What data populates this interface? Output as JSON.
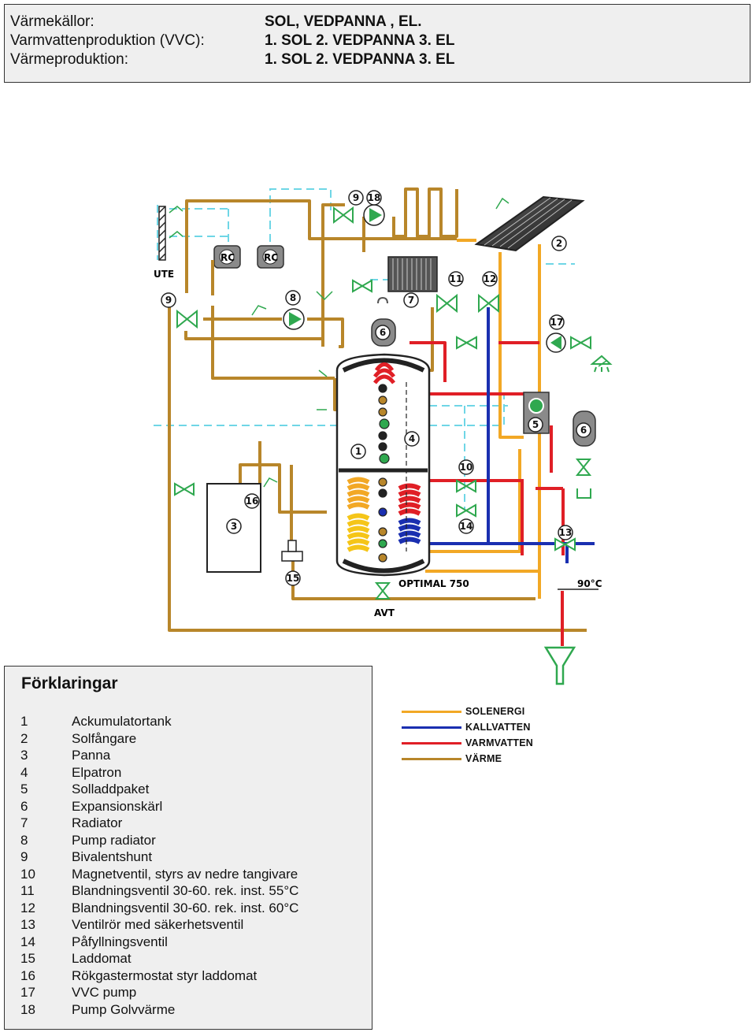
{
  "header": {
    "rows": [
      {
        "label": "Värmekällor:",
        "value": "SOL, VEDPANNA , EL."
      },
      {
        "label": "Varmvattenproduktion (VVC):",
        "value": "1. SOL 2. VEDPANNA 3. EL"
      },
      {
        "label": "Värmeproduktion:",
        "value": "1. SOL 2. VEDPANNA 3. EL"
      }
    ]
  },
  "diagram": {
    "labels": {
      "ute": "UTE",
      "rc1": "RC",
      "rc2": "RC",
      "tank_model": "OPTIMAL 750",
      "avt": "AVT",
      "temp": "90°C"
    },
    "markers": {
      "m9a": "9",
      "m18": "18",
      "m2": "2",
      "m9b": "9",
      "m8": "8",
      "m7": "7",
      "m11": "11",
      "m12": "12",
      "m17": "17",
      "m6a": "6",
      "m5": "5",
      "m6b": "6",
      "m4": "4",
      "m1": "1",
      "m10": "10",
      "m16": "16",
      "m3": "3",
      "m14": "14",
      "m13": "13",
      "m15": "15"
    },
    "colors": {
      "sol": "#f2a825",
      "kall": "#1a2fb0",
      "varm": "#e01f26",
      "varme": "#b8862a",
      "dashed": "#6fd6e6",
      "green": "#2fa84f"
    }
  },
  "line_legend": [
    {
      "label": "SOLENERGI",
      "color": "#f2a825"
    },
    {
      "label": "KALLVATTEN",
      "color": "#1a2fb0"
    },
    {
      "label": "VARMVATTEN",
      "color": "#e01f26"
    },
    {
      "label": "VÄRME",
      "color": "#b8862a"
    }
  ],
  "legend": {
    "title": "Förklaringar",
    "items": [
      {
        "num": "1",
        "text": "Ackumulatortank"
      },
      {
        "num": "2",
        "text": "Solfångare"
      },
      {
        "num": "3",
        "text": "Panna"
      },
      {
        "num": "4",
        "text": "Elpatron"
      },
      {
        "num": "5",
        "text": "Solladdpaket"
      },
      {
        "num": "6",
        "text": "Expansionskärl"
      },
      {
        "num": "7",
        "text": "Radiator"
      },
      {
        "num": "8",
        "text": "Pump radiator"
      },
      {
        "num": "9",
        "text": "Bivalentshunt"
      },
      {
        "num": "10",
        "text": "Magnetventil, styrs av nedre tangivare"
      },
      {
        "num": "11",
        "text": "Blandningsventil 30-60. rek. inst. 55°C"
      },
      {
        "num": "12",
        "text": "Blandningsventil 30-60. rek. inst. 60°C"
      },
      {
        "num": "13",
        "text": "Ventilrör med säkerhetsventil"
      },
      {
        "num": "14",
        "text": "Påfyllningsventil"
      },
      {
        "num": "15",
        "text": "Laddomat"
      },
      {
        "num": "16",
        "text": "Rökgastermostat styr laddomat"
      },
      {
        "num": "17",
        "text": "VVC pump"
      },
      {
        "num": "18",
        "text": "Pump Golvvärme"
      }
    ]
  }
}
